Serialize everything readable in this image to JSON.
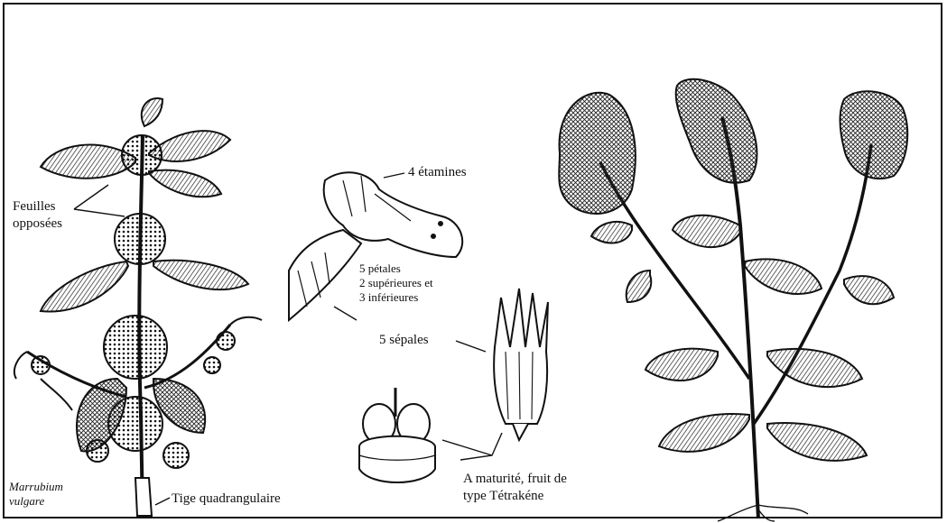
{
  "labels": {
    "feuilles": [
      "Feuilles",
      "opposées"
    ],
    "etamines": "4 étamines",
    "petales": [
      "5 pétales",
      "2 supérieures et",
      "3 inférieures"
    ],
    "sepales": "5 sépales",
    "fruit": [
      "A maturité, fruit de",
      "type Tétrakéne"
    ],
    "species": [
      "Marrubium",
      "vulgare"
    ],
    "tige": "Tige quadrangulaire"
  },
  "colors": {
    "ink": "#111111",
    "paper": "#ffffff"
  }
}
